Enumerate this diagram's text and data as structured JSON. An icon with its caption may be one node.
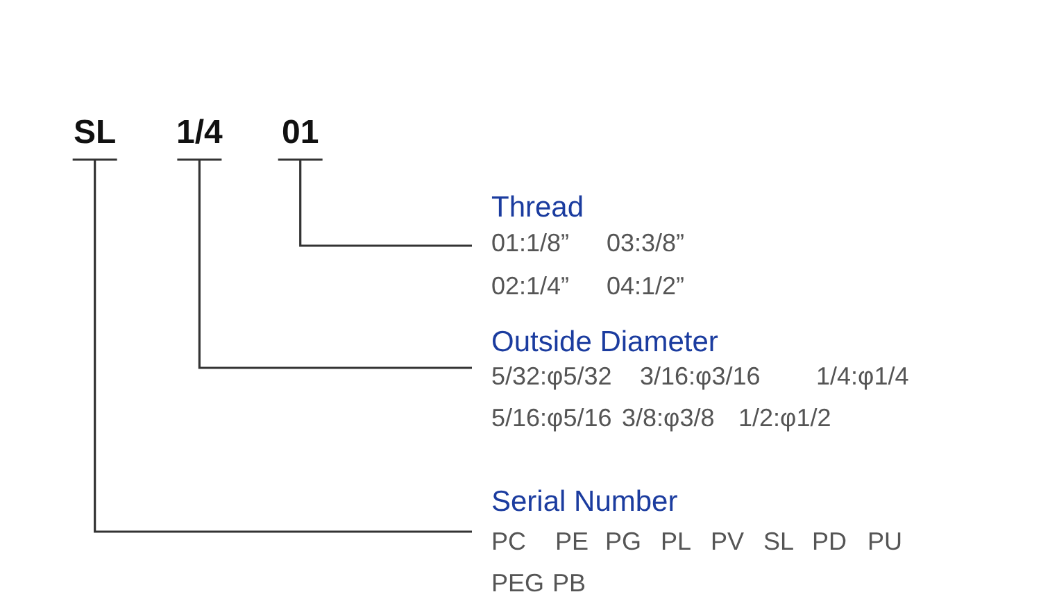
{
  "diagram": {
    "nodes": [
      {
        "text": [
          "SL"
        ]
      },
      {
        "text": [
          "1/4"
        ]
      },
      {
        "text": [
          "01"
        ]
      },
      {
        "text": [
          "Thread",
          "01:1/8”",
          "03:3/8”",
          "02:1/4”",
          "04:1/2”"
        ]
      },
      {
        "text": [
          "Outside Diameter",
          "5/32:φ5/32",
          "3/16:φ3/16",
          "1/4:φ1/4",
          "5/16:φ5/16",
          "3/8:φ3/8",
          "1/2:φ1/2"
        ]
      },
      {
        "text": [
          "Serial Number",
          "PC",
          "PE",
          "PG",
          "PL",
          "PV",
          "SL",
          "PD",
          "PU",
          "PEG",
          "PB"
        ]
      }
    ],
    "edges": [
      {
        "from": 2,
        "to": 3,
        "arrow": "none"
      },
      {
        "from": 1,
        "to": 4,
        "arrow": "none"
      },
      {
        "from": 0,
        "to": 5,
        "arrow": "none"
      }
    ]
  }
}
